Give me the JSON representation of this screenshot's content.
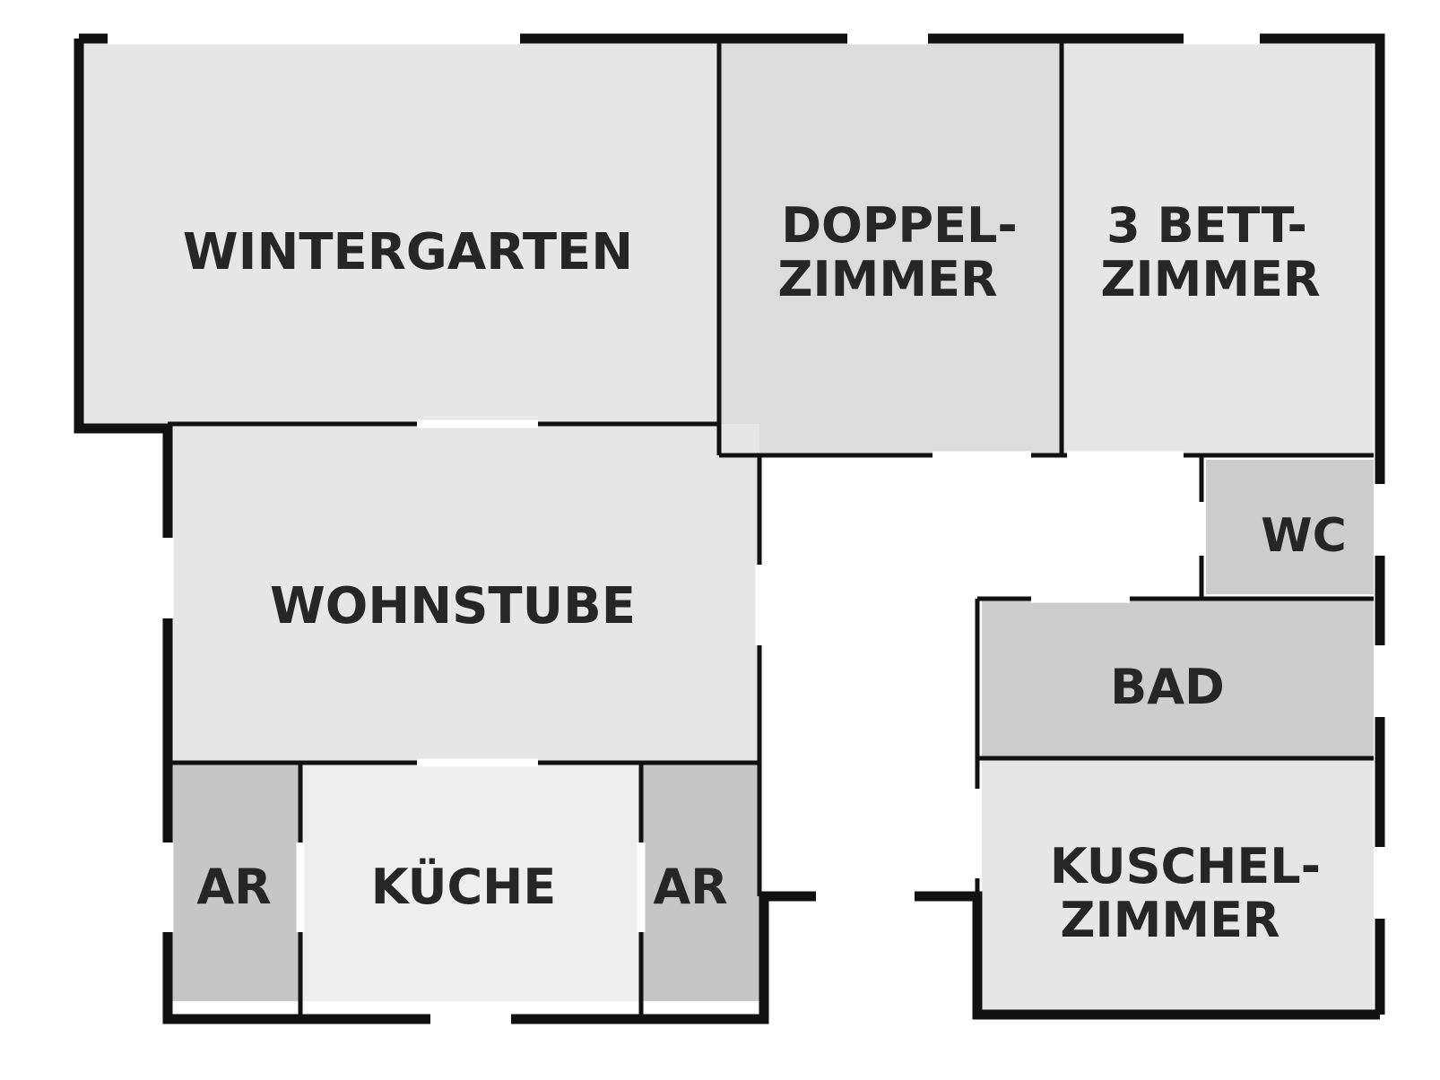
{
  "rooms": {
    "wintergarten": {
      "label": "WINTERGARTEN",
      "fill": "#e6e6e6"
    },
    "doppelzimmer": {
      "line1": "DOPPEL-",
      "line2": "ZIMMER",
      "fill": "#dcdcdc"
    },
    "dreibettzimmer": {
      "line1": "3 BETT-",
      "line2": "ZIMMER",
      "fill": "#e6e6e6"
    },
    "wc": {
      "label": "WC",
      "fill": "#cdcdcd"
    },
    "wohnstube": {
      "label": "WOHNSTUBE",
      "fill": "#e6e6e6"
    },
    "bad": {
      "label": "BAD",
      "fill": "#cdcdcd"
    },
    "ar_left": {
      "label": "AR",
      "fill": "#c6c6c6"
    },
    "kueche": {
      "label": "KÜCHE",
      "fill": "#eeeeee"
    },
    "ar_right": {
      "label": "AR",
      "fill": "#c6c6c6"
    },
    "kuschelzimmer": {
      "line1": "KUSCHEL-",
      "line2": "ZIMMER",
      "fill": "#e6e6e6"
    }
  },
  "colors": {
    "wall": "#111111",
    "text": "#262626",
    "background": "#ffffff"
  }
}
